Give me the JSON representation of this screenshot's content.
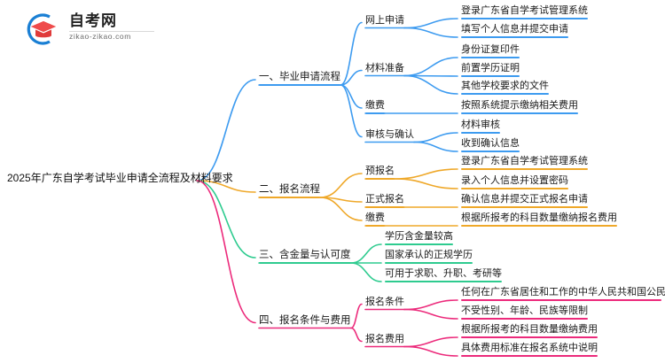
{
  "brand": {
    "name": "自考网",
    "domain": "zikao-zikao.com",
    "mark_icon": "graduation-cap-icon",
    "arc_color": "#1a7fd4",
    "cap_color": "#e03b3b",
    "cap_band_color": "#4a77d8"
  },
  "mindmap": {
    "root": {
      "label": "2025年广东自学考试毕业申请全流程及材料要求"
    },
    "branches": [
      {
        "label": "一、毕业申请流程",
        "color": "#3d9bf0",
        "children": [
          {
            "label": "网上申请",
            "leaves": [
              {
                "label": "登录广东省自学考试管理系统"
              },
              {
                "label": "填写个人信息并提交申请"
              }
            ]
          },
          {
            "label": "材料准备",
            "leaves": [
              {
                "label": "身份证复印件"
              },
              {
                "label": "前置学历证明"
              },
              {
                "label": "其他学校要求的文件"
              }
            ]
          },
          {
            "label": "缴费",
            "leaves": [
              {
                "label": "按照系统提示缴纳相关费用"
              }
            ]
          },
          {
            "label": "审核与确认",
            "leaves": [
              {
                "label": "材料审核"
              },
              {
                "label": "收到确认信息"
              }
            ]
          }
        ]
      },
      {
        "label": "二、报名流程",
        "color": "#efa829",
        "children": [
          {
            "label": "预报名",
            "leaves": [
              {
                "label": "登录广东省自学考试管理系统"
              },
              {
                "label": "录入个人信息并设置密码"
              }
            ]
          },
          {
            "label": "正式报名",
            "leaves": [
              {
                "label": "确认信息并提交正式报名申请"
              }
            ]
          },
          {
            "label": "缴费",
            "leaves": [
              {
                "label": "根据所报考的科目数量缴纳报名费用"
              }
            ]
          }
        ]
      },
      {
        "label": "三、含金量与认可度",
        "color": "#2ecb8f",
        "children": [
          {
            "label": "",
            "leaves": [
              {
                "label": "学历含金量较高"
              },
              {
                "label": "国家承认的正规学历"
              },
              {
                "label": "可用于求职、升职、考研等"
              }
            ]
          }
        ]
      },
      {
        "label": "四、报名条件与费用",
        "color": "#ec2a7b",
        "children": [
          {
            "label": "报名条件",
            "leaves": [
              {
                "label": "任何在广东省居住和工作的中华人民共和国公民"
              },
              {
                "label": "不受性别、年龄、民族等限制"
              }
            ]
          },
          {
            "label": "报名费用",
            "leaves": [
              {
                "label": "根据所报考的科目数量缴纳费用"
              },
              {
                "label": "具体费用标准在报名系统中说明"
              }
            ]
          }
        ]
      }
    ]
  }
}
